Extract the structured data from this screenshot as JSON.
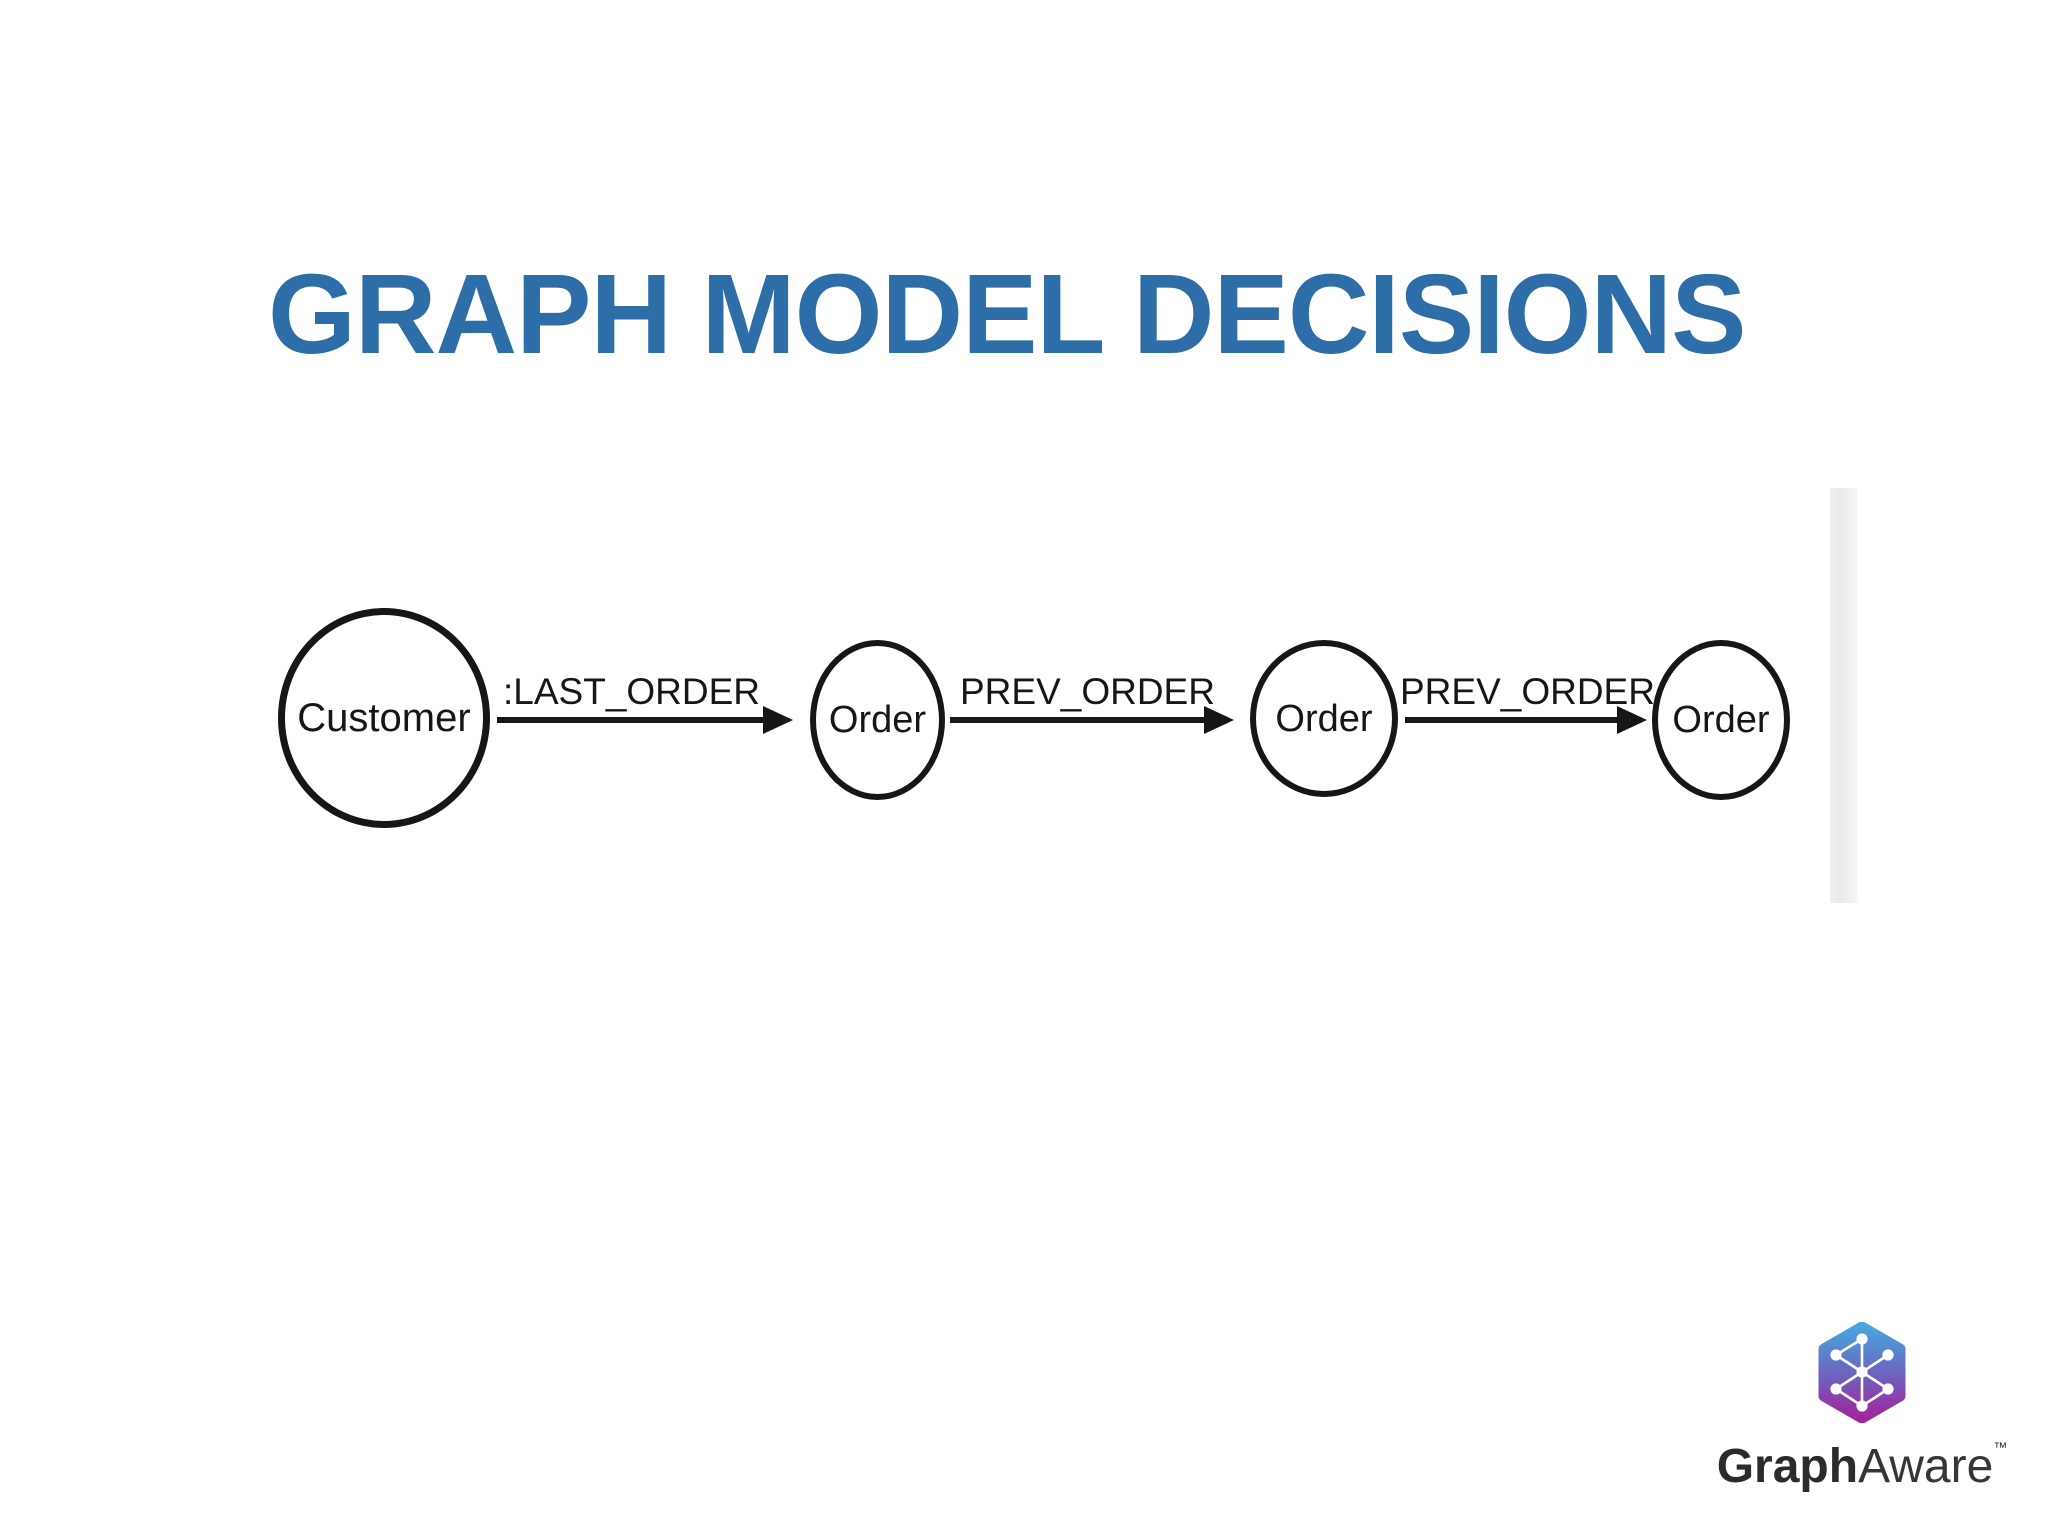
{
  "slide": {
    "title": "GRAPH MODEL DECISIONS",
    "title_color": "#2d6da8",
    "background_color": "#ffffff"
  },
  "diagram": {
    "type": "graph-model",
    "stroke_color": "#161616",
    "nodes": [
      {
        "id": "customer",
        "label": "Customer"
      },
      {
        "id": "order-1",
        "label": "Order"
      },
      {
        "id": "order-2",
        "label": "Order"
      },
      {
        "id": "order-3",
        "label": "Order"
      }
    ],
    "edges": [
      {
        "from": "customer",
        "to": "order-1",
        "label": ":LAST_ORDER"
      },
      {
        "from": "order-1",
        "to": "order-2",
        "label": "PREV_ORDER"
      },
      {
        "from": "order-2",
        "to": "order-3",
        "label": "PREV_ORDER"
      }
    ]
  },
  "footer": {
    "logo": {
      "icon": "graphaware-hexagon-network-icon",
      "brand_graph": "Graph",
      "brand_aware": "Aware",
      "trademark": "™",
      "gradient_top": "#47a6de",
      "gradient_bottom": "#a1259c"
    }
  }
}
